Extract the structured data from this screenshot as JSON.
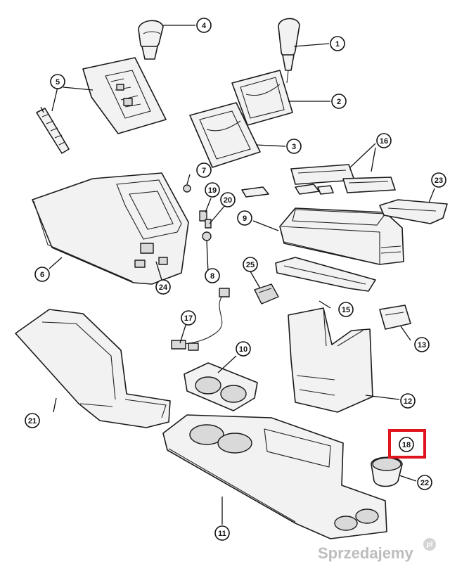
{
  "diagram": {
    "callouts": [
      "1",
      "2",
      "3",
      "4",
      "5",
      "6",
      "7",
      "8",
      "9",
      "10",
      "11",
      "12",
      "13",
      "15",
      "16",
      "17",
      "18",
      "19",
      "20",
      "21",
      "22",
      "23",
      "24",
      "25"
    ],
    "highlighted_callout": "18",
    "highlight_color": "#e0141e"
  },
  "watermark": {
    "brand": "Sprzedajemy",
    "badge": "pl"
  }
}
